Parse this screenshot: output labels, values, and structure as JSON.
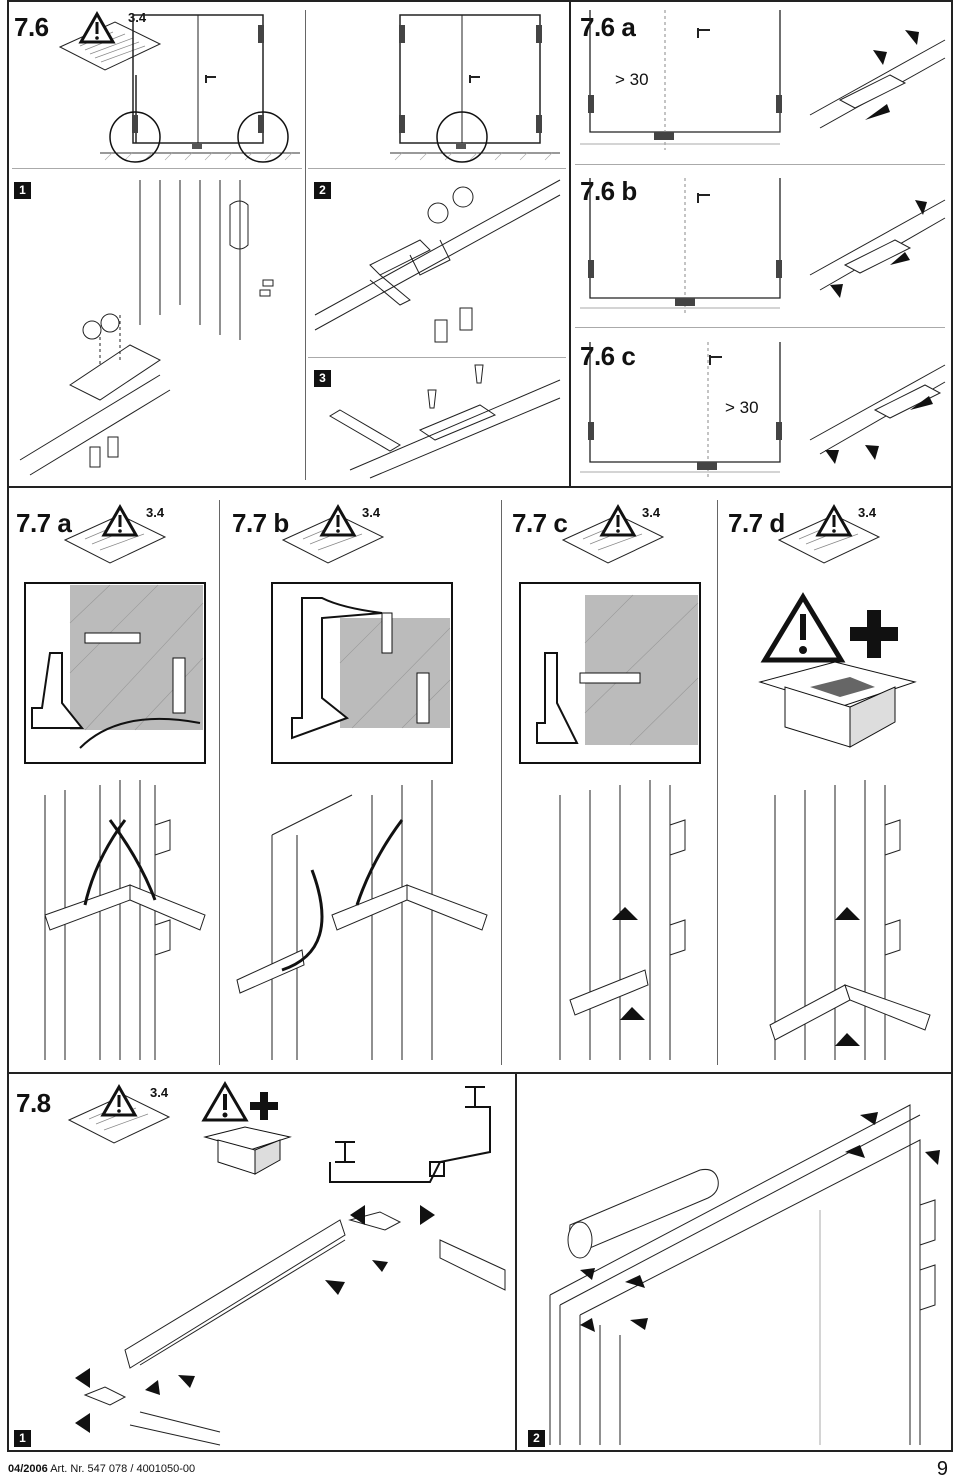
{
  "sections": {
    "s76": {
      "title": "7.6",
      "ref": "3.4"
    },
    "s76a": {
      "title": "7.6 a",
      "dim": "> 30"
    },
    "s76b": {
      "title": "7.6 b"
    },
    "s76c": {
      "title": "7.6 c",
      "dim": "> 30"
    },
    "s77a": {
      "title": "7.7 a",
      "ref": "3.4"
    },
    "s77b": {
      "title": "7.7 b",
      "ref": "3.4"
    },
    "s77c": {
      "title": "7.7 c",
      "ref": "3.4"
    },
    "s77d": {
      "title": "7.7 d",
      "ref": "3.4"
    },
    "s78": {
      "title": "7.8",
      "ref": "3.4"
    }
  },
  "step_badges": {
    "b1": "1",
    "b2": "2",
    "b3": "3",
    "b4": "1",
    "b5": "2"
  },
  "footer": {
    "date": "04/2006",
    "article_label": "Art. Nr.",
    "article_number": "547 078 / 4001050-00",
    "page_number": "9"
  },
  "icons": [
    "warning-triangle-icon",
    "manual-book-icon",
    "plus-icon",
    "package-box-icon",
    "arrow-icon",
    "hammer-icon"
  ]
}
